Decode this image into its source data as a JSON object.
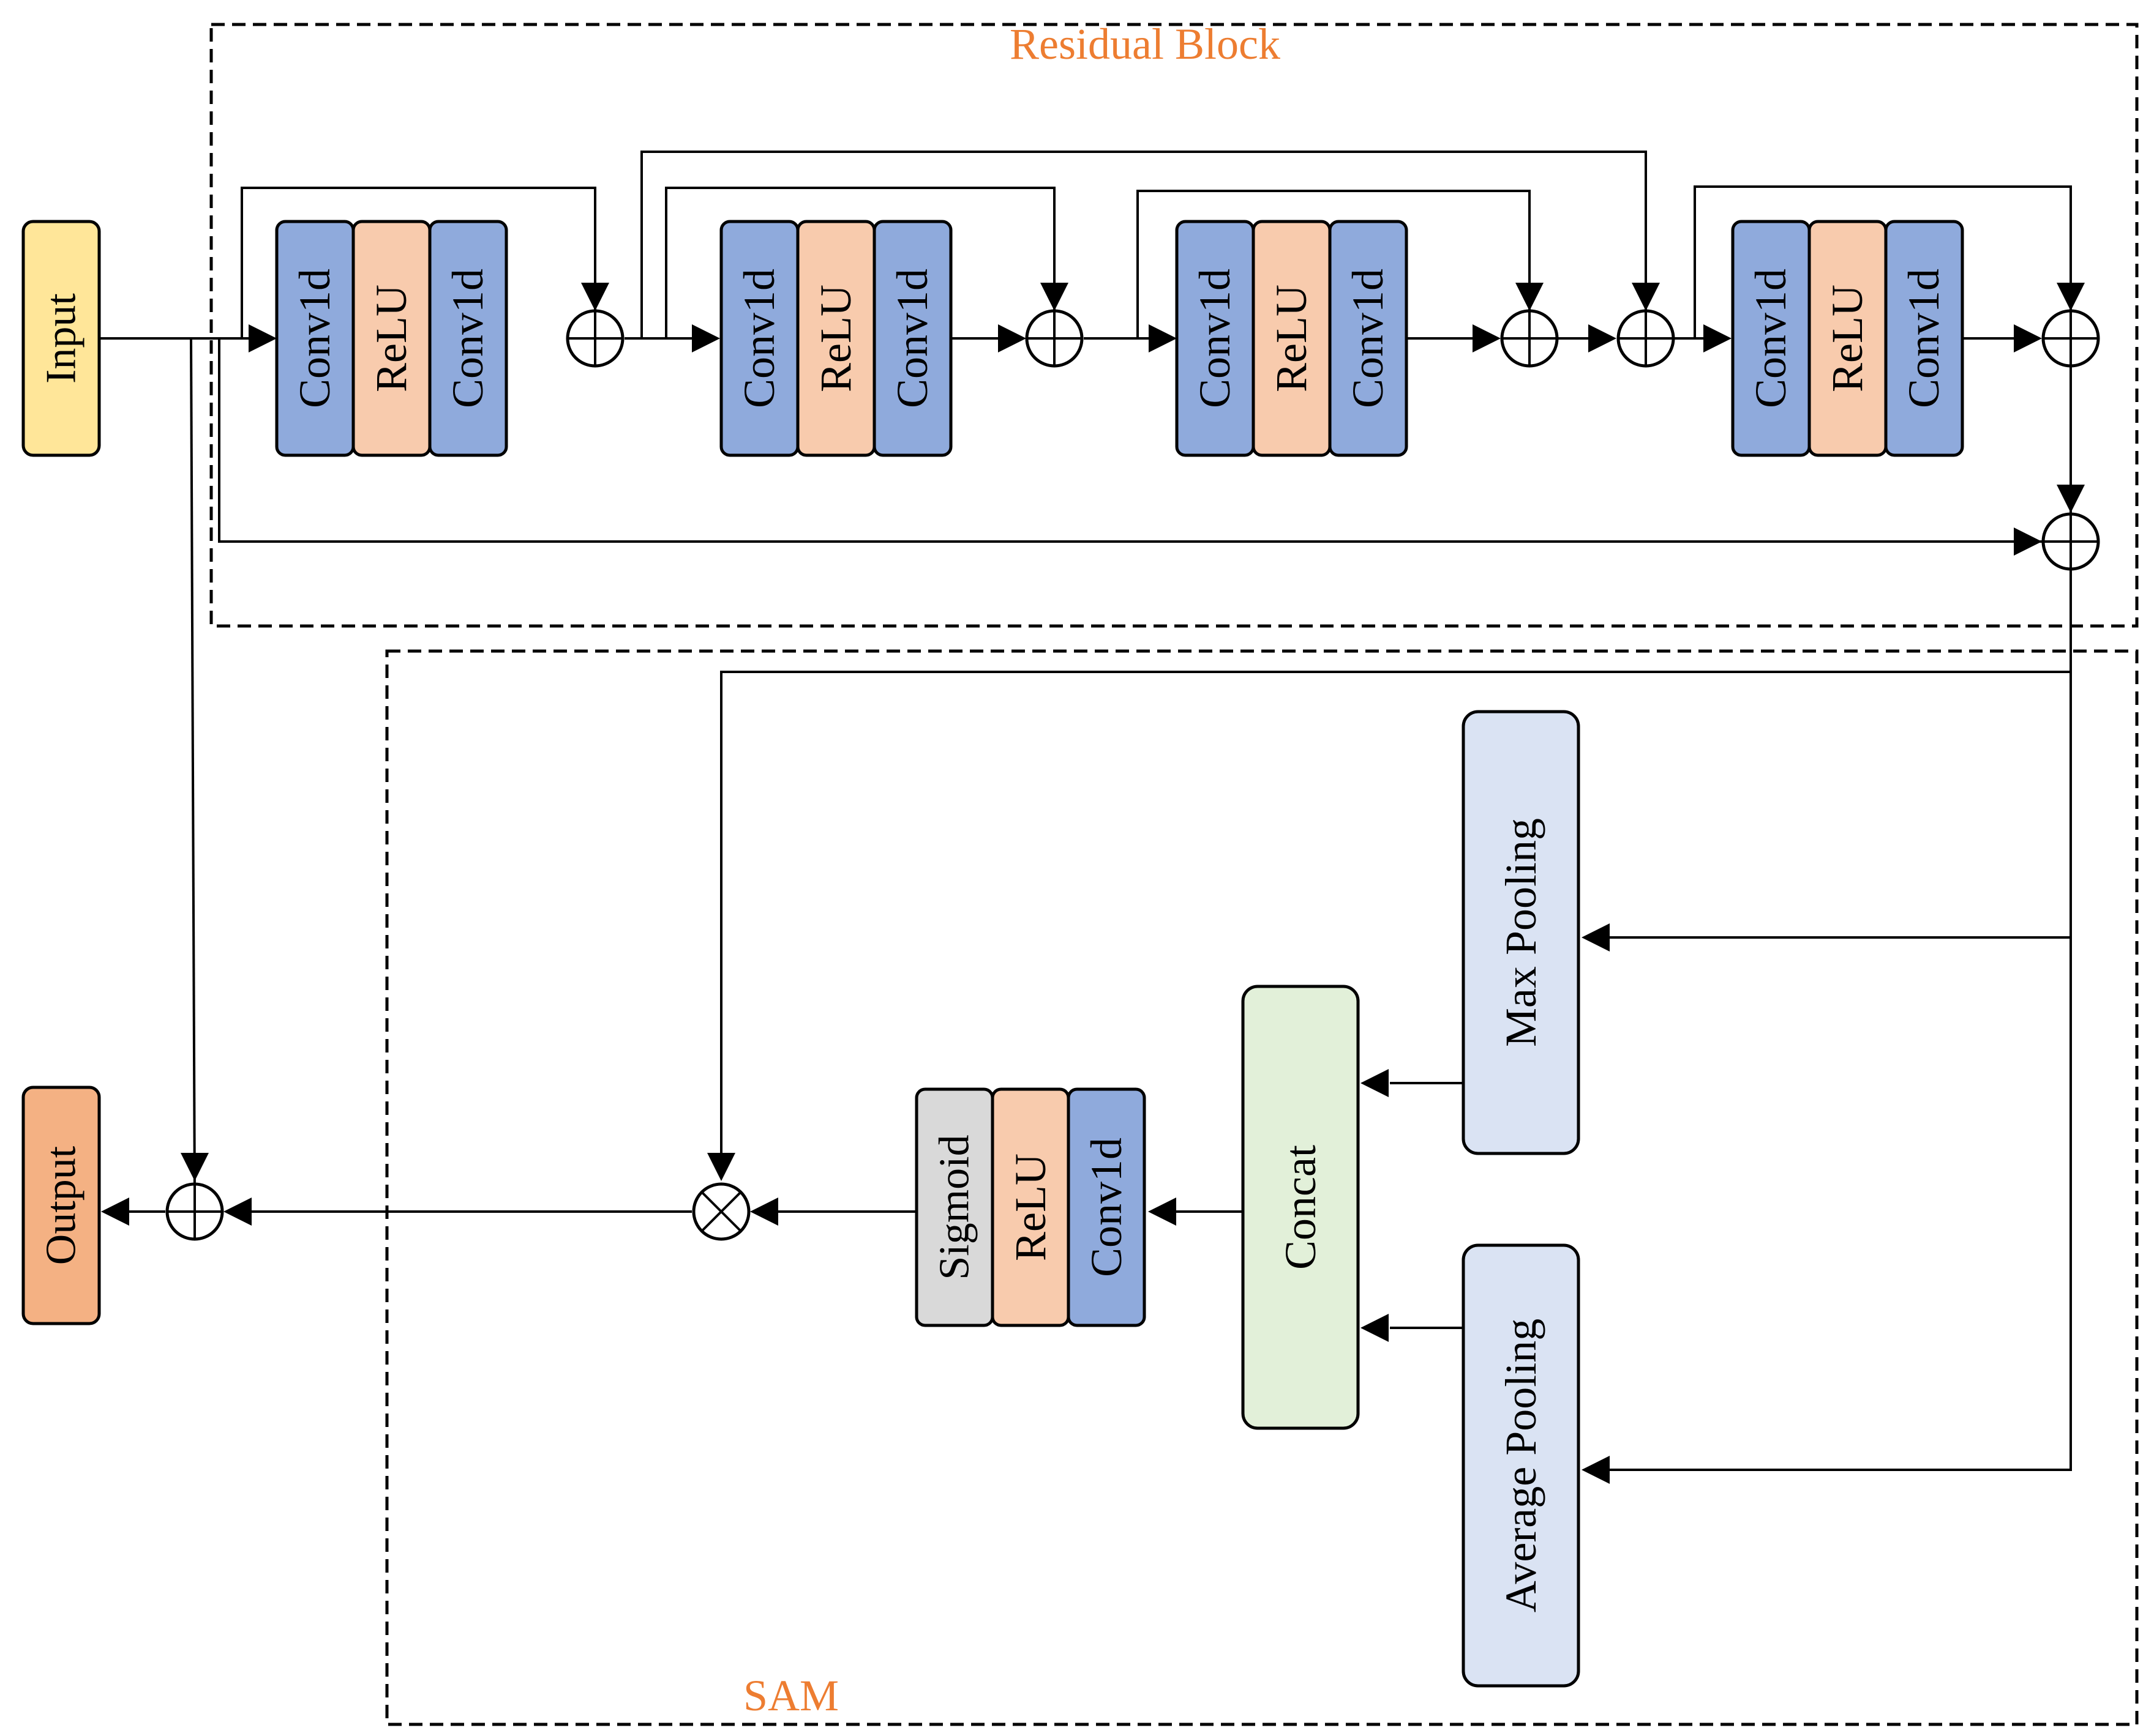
{
  "groups": {
    "residual_block": "Residual Block",
    "sam": "SAM"
  },
  "io": {
    "input": "Input",
    "output": "Output"
  },
  "residual_units": [
    {
      "layers": [
        "Conv1d",
        "ReLU",
        "Conv1d"
      ]
    },
    {
      "layers": [
        "Conv1d",
        "ReLU",
        "Conv1d"
      ]
    },
    {
      "layers": [
        "Conv1d",
        "ReLU",
        "Conv1d"
      ]
    },
    {
      "layers": [
        "Conv1d",
        "ReLU",
        "Conv1d"
      ]
    }
  ],
  "sam": {
    "max_pooling": "Max Pooling",
    "average_pooling": "Average Pooling",
    "concat": "Concat",
    "attention_layers": [
      "Sigmoid",
      "ReLU",
      "Conv1d"
    ]
  },
  "operators": {
    "add": "⊕",
    "multiply": "⊗"
  },
  "colors": {
    "input": "#ffe699",
    "output": "#f4b183",
    "conv1d": "#8faadc",
    "relu": "#f8cbad",
    "sigmoid": "#d9d9d9",
    "pooling": "#dae3f3",
    "concat": "#e2f0d9",
    "group_label": "#ed7d31"
  }
}
